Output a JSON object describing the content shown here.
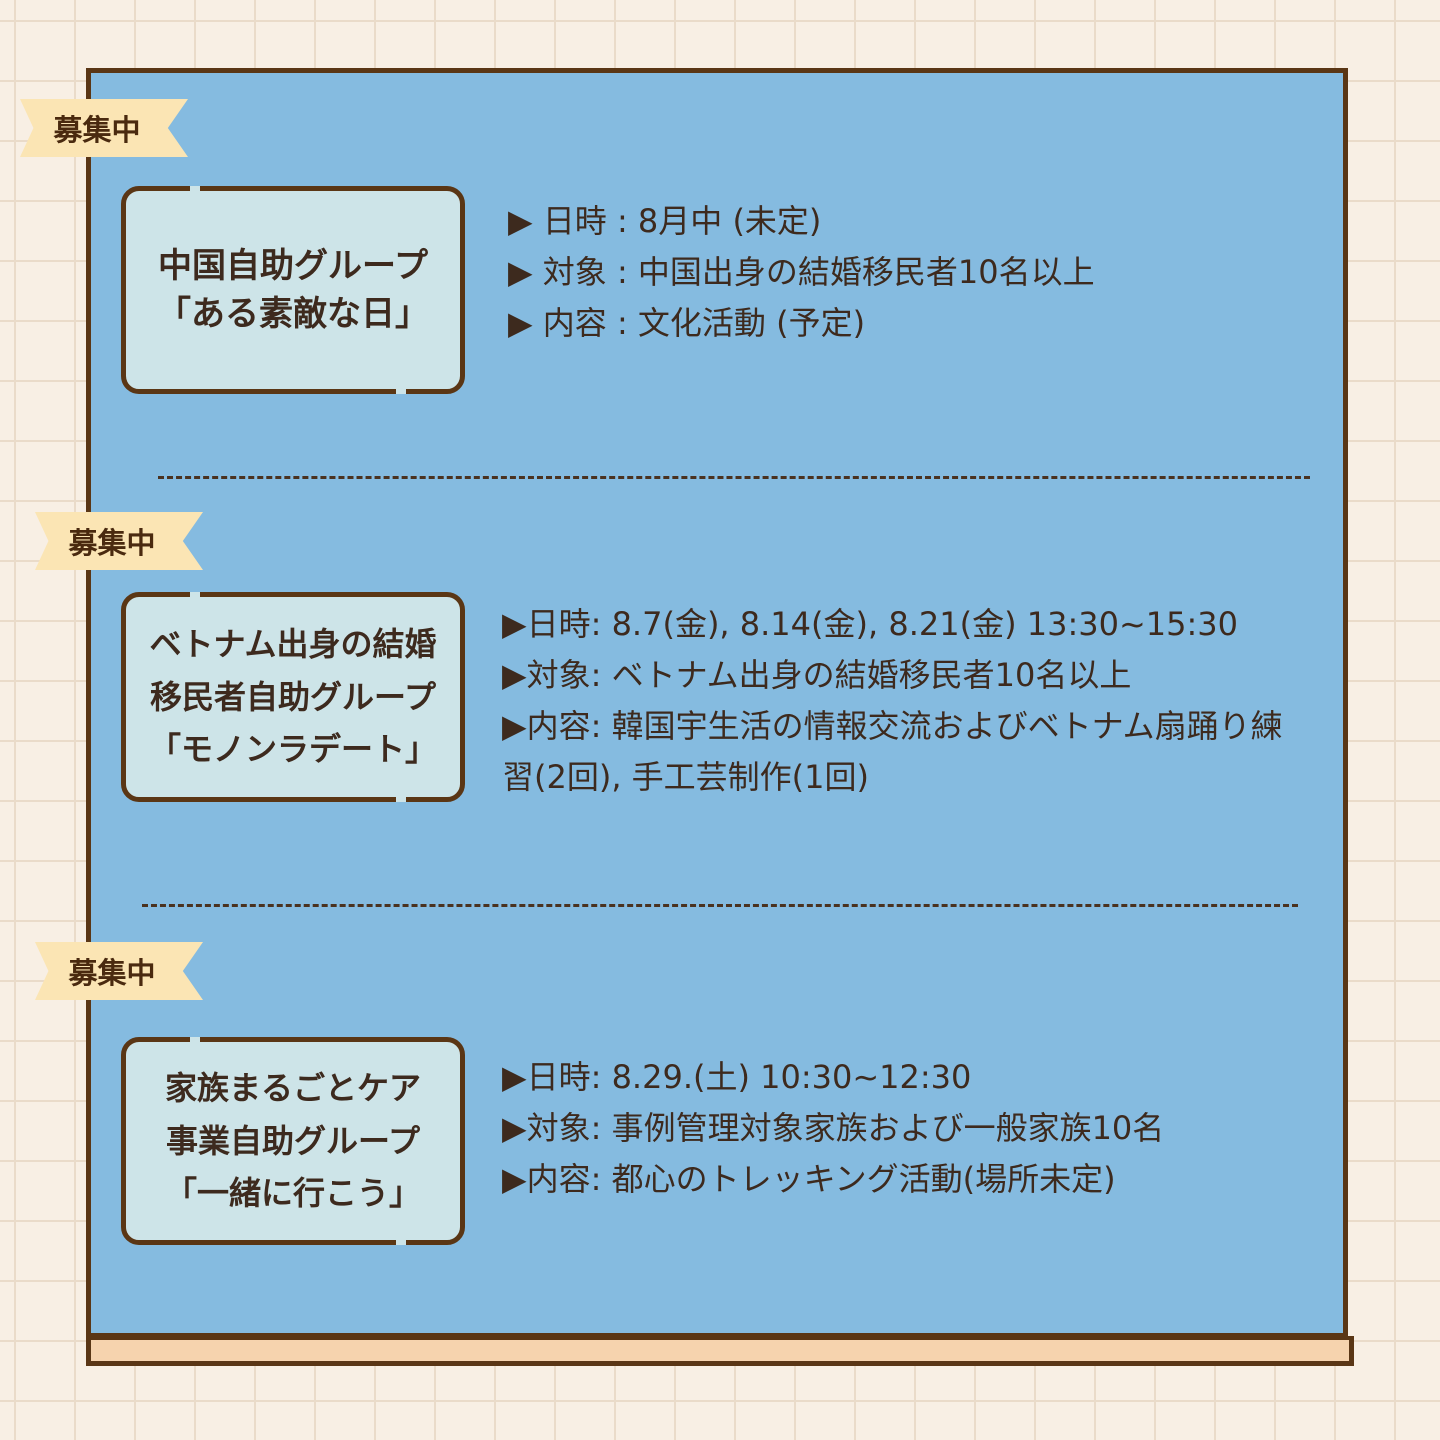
{
  "badge_label": "募集中",
  "groups": [
    {
      "title_lines": [
        "中国自助グループ",
        "「ある素敵な日」"
      ],
      "details": [
        "▶ 日時 : 8月中 (未定)",
        "▶ 対象 : 中国出身の結婚移民者10名以上",
        "▶ 内容 : 文化活動 (予定)"
      ]
    },
    {
      "title_lines": [
        "ベトナム出身の結婚",
        "移民者自助グループ",
        "「モノンラデート」"
      ],
      "details": [
        "▶日時: 8.7(金), 8.14(金), 8.21(金) 13:30~15:30",
        "▶対象: ベトナム出身の結婚移民者10名以上",
        "▶内容: 韓国宇生活の情報交流およびベトナム扇踊り練習(2回), 手工芸制作(1回)"
      ]
    },
    {
      "title_lines": [
        "家族まるごとケア",
        "事業自助グループ",
        "「一緒に行こう」"
      ],
      "details": [
        "▶日時: 8.29.(土) 10:30~12:30",
        "▶対象: 事例管理対象家族および一般家族10名",
        "▶内容: 都心のトレッキング活動(場所未定)"
      ]
    }
  ],
  "colors": {
    "background": "#f8efe4",
    "board": "#85bbe0",
    "border": "#5a3615",
    "badge": "#fbe5b4",
    "card": "#cde4e8",
    "text": "#3d2a1e"
  }
}
